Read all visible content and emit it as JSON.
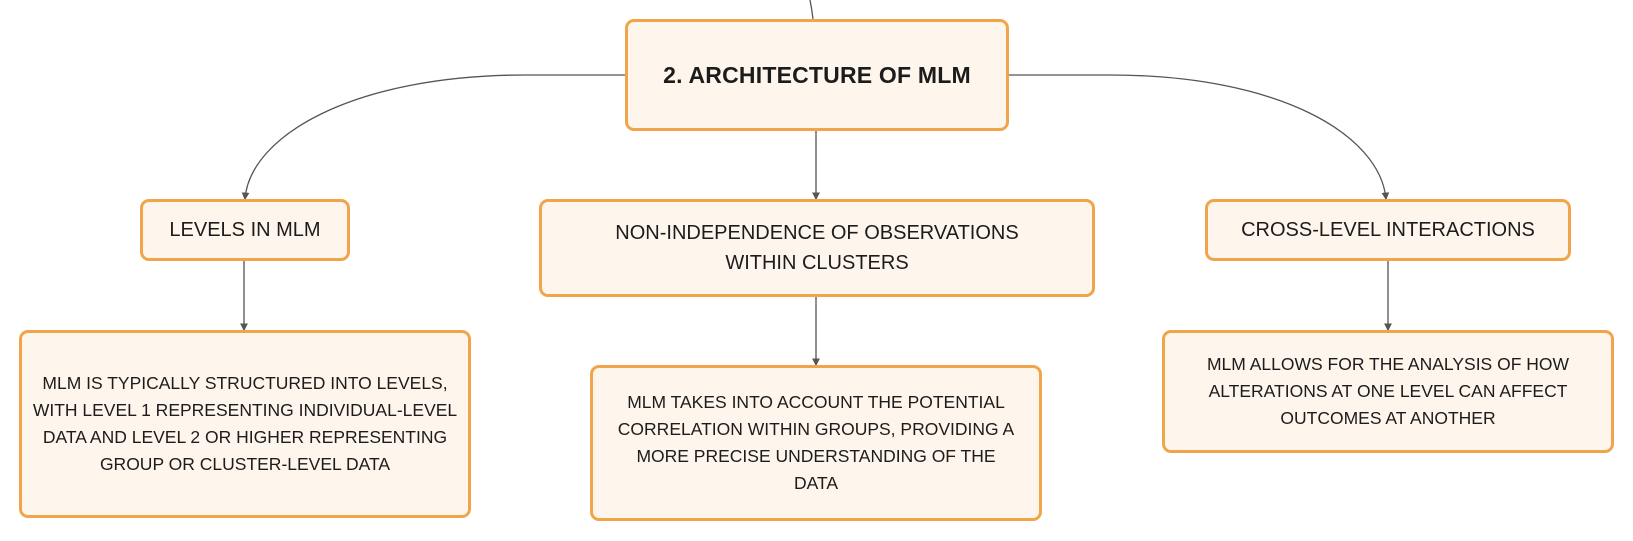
{
  "root": {
    "label": "2. ARCHITECTURE OF MLM"
  },
  "branches": [
    {
      "label": "LEVELS IN MLM",
      "detail": "MLM IS TYPICALLY STRUCTURED INTO LEVELS, WITH LEVEL 1 REPRESENTING INDIVIDUAL-LEVEL DATA AND LEVEL 2 OR HIGHER REPRESENTING GROUP OR CLUSTER-LEVEL DATA"
    },
    {
      "label": "NON-INDEPENDENCE OF OBSERVATIONS WITHIN CLUSTERS",
      "detail": "MLM TAKES INTO ACCOUNT THE POTENTIAL CORRELATION WITHIN GROUPS, PROVIDING A MORE PRECISE UNDERSTANDING OF THE DATA"
    },
    {
      "label": "CROSS-LEVEL INTERACTIONS",
      "detail": "MLM ALLOWS FOR THE ANALYSIS OF HOW ALTERATIONS AT ONE LEVEL CAN AFFECT OUTCOMES AT ANOTHER"
    }
  ],
  "colors": {
    "node_border": "#f0a54a",
    "node_fill": "#fef5ec",
    "connector": "#555555"
  }
}
